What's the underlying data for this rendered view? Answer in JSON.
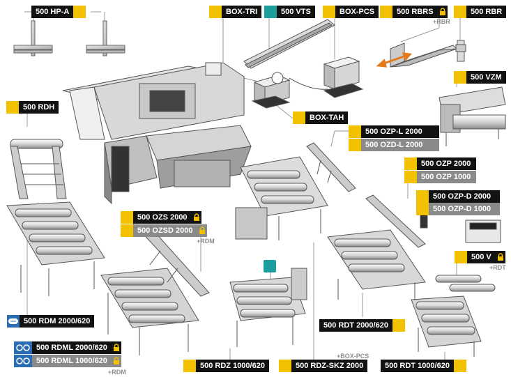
{
  "colors": {
    "accent": "#f2c200",
    "teal": "#1a9e9e",
    "blue": "#2b6cb3",
    "label_bg": "#121212",
    "label_gray": "#8a8a8a"
  },
  "labels": {
    "hp_a": "500 HP-A",
    "box_tri": "BOX-TRI",
    "vts": "500 VTS",
    "box_pcs": "BOX-PCS",
    "rbrs": "500 RBRS",
    "rbr": "500 RBR",
    "vzm": "500 VZM",
    "rdh": "500 RDH",
    "box_tah": "BOX-TAH",
    "ozp_l": "500 OZP-L 2000",
    "ozd_l": "500 OZD-L 2000",
    "ozp2000": "500 OZP 2000",
    "ozp1000": "500 OZP 1000",
    "ozp_d2000": "500 OZP-D 2000",
    "ozp_d1000": "500 OZP-D 1000",
    "ozs": "500 OZS 2000",
    "ozsd": "500 OZSD 2000",
    "v": "500 V",
    "rdm": "500 RDM 2000/620",
    "rdt2000": "500 RDT 2000/620",
    "rdml2000": "500 RDML 2000/620",
    "rdml1000": "500 RDML 1000/620",
    "rdz": "500 RDZ 1000/620",
    "rdz_skz": "500 RDZ-SKZ 2000",
    "rdt1000": "500 RDT 1000/620"
  },
  "notes": {
    "rbrs": "+RBR",
    "ozsd": "+RDM",
    "v": "+RDT",
    "rdz_skz": "+BOX-PCS",
    "rdml": "+RDM"
  },
  "icons": [
    "lock-icon",
    "roller-icon",
    "roller-pair-icon"
  ]
}
